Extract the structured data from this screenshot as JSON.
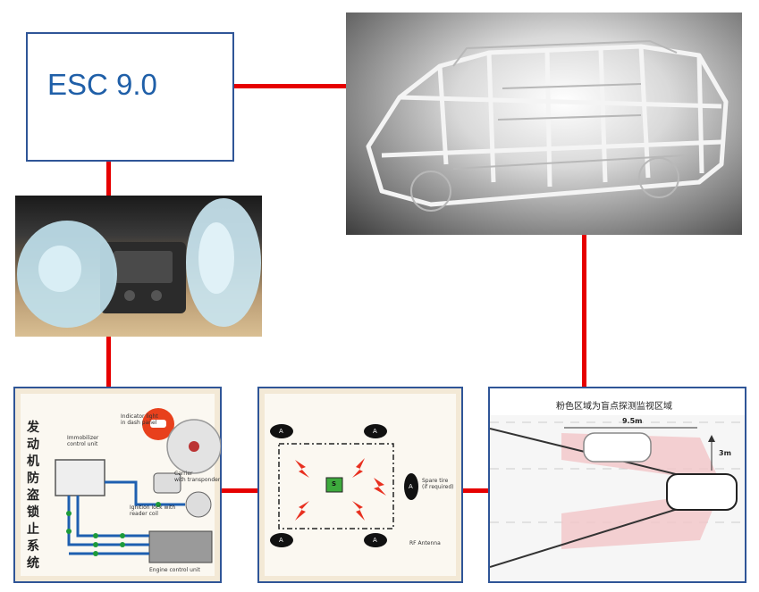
{
  "esc_box": {
    "label": "ESC 9.0"
  },
  "immobilizer": {
    "title_vertical": "发动机防盗锁止系统",
    "indicator_label": "Indicator light\nin dash panel",
    "module_label": "Immobilizer\ncontrol unit",
    "carrier_label": "Carrier\nwith transponder",
    "lock_label": "Ignition lock with\nreader coil",
    "engine_label": "Engine control unit"
  },
  "tpms": {
    "sensor_glyph": "A",
    "receiver_label": "S",
    "spare_label": "Spare tire\n(if required)",
    "antenna_label": "RF Antenna"
  },
  "blind_spot": {
    "title": "粉色区域为盲点探测监视区域",
    "distance_length": "9.5m",
    "distance_width": "3m"
  },
  "colors": {
    "connector": "#e60000",
    "frame": "#2f5597",
    "esc_text": "#1f5fa8"
  }
}
